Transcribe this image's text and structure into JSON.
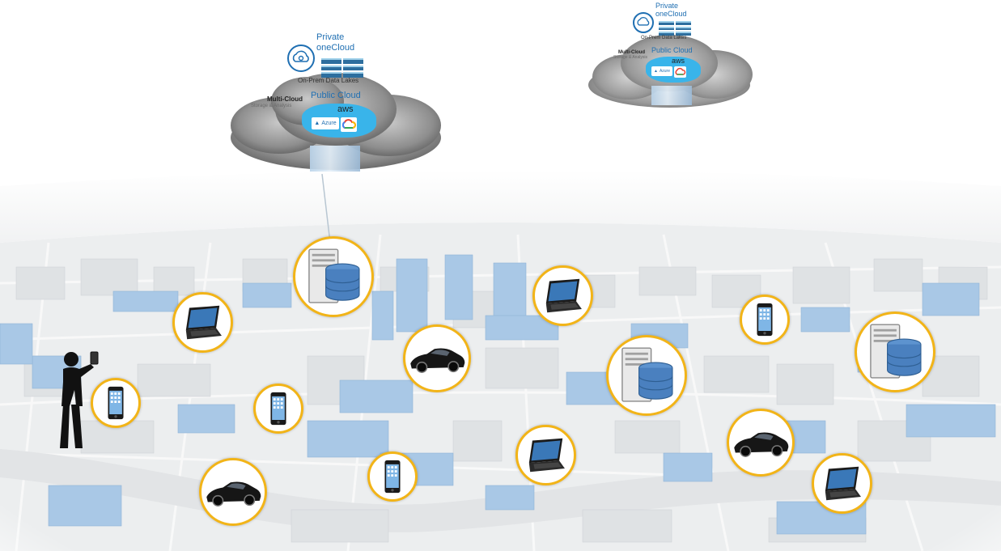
{
  "cloud_main": {
    "private_label_1": "Private",
    "private_label_2": "oneCloud",
    "lakes_label": "On-Prem Data Lakes",
    "multicloud_label": "Multi-Cloud",
    "multicloud_sub": "Storage & Analysis",
    "public_label": "Public Cloud",
    "aws_label": "aws",
    "azure_label": "Azure"
  },
  "cloud_secondary": {
    "private_label_1": "Private",
    "private_label_2": "oneCloud",
    "lakes_label": "On-Prem Data Lakes",
    "multicloud_label": "Multi-Cloud",
    "multicloud_sub": "Storage & Analysis",
    "public_label": "Public Cloud",
    "aws_label": "aws",
    "azure_label": "Azure"
  },
  "colors": {
    "marker_ring": "#f2b418",
    "brand_blue": "#1f6fb2",
    "building_blue": "#a9c8e6"
  },
  "markers": [
    {
      "kind": "server-icon"
    },
    {
      "kind": "server-icon"
    },
    {
      "kind": "server-icon"
    },
    {
      "kind": "laptop-icon"
    },
    {
      "kind": "laptop-icon"
    },
    {
      "kind": "laptop-icon"
    },
    {
      "kind": "laptop-icon"
    },
    {
      "kind": "phone-icon"
    },
    {
      "kind": "phone-icon"
    },
    {
      "kind": "phone-icon"
    },
    {
      "kind": "phone-icon"
    },
    {
      "kind": "car-icon"
    },
    {
      "kind": "car-icon"
    },
    {
      "kind": "car-icon"
    }
  ]
}
